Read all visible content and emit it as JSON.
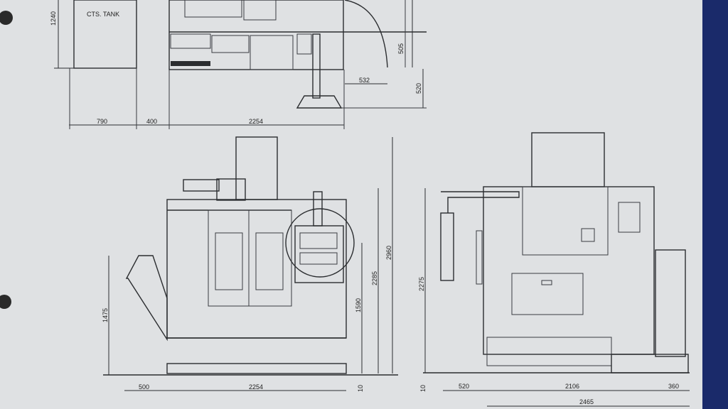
{
  "drawing": {
    "tank_label": "CTS. TANK",
    "top_view": {
      "tank_height": "1240",
      "tank_width": "790",
      "gap": "400",
      "machine_width": "2254",
      "door_swing": "505",
      "arm_offset": "532",
      "panel_depth": "520"
    },
    "front_view": {
      "conveyor_height": "1475",
      "total_height": "2960",
      "arm_height": "2285",
      "table_height": "1590",
      "floor_clearance": "10",
      "conveyor_width": "500",
      "machine_width": "2254"
    },
    "side_view": {
      "height": "2275",
      "floor_clearance": "10",
      "left_width": "520",
      "body_width": "2106",
      "right_width": "360",
      "total_width": "2465"
    }
  },
  "colors": {
    "paper": "#dfe1e3",
    "line": "#2b2d30",
    "binder_edge": "#1a2a6a"
  }
}
